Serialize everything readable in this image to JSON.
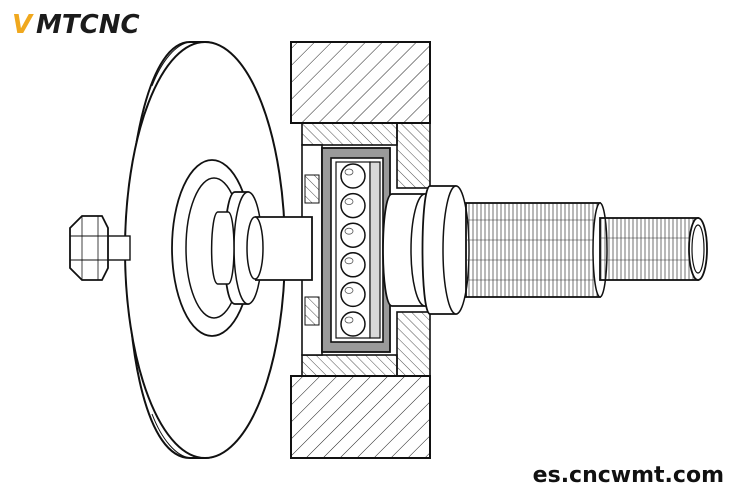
{
  "brand": {
    "logo_mark": "V",
    "logo_rest": "MTCNC",
    "logo_accent": "#f0a81e",
    "logo_color": "#1b1b1b"
  },
  "watermark": {
    "url": "es.cncwmt.com"
  },
  "diagram": {
    "components": [
      "grinding-wheel",
      "hex-nut",
      "wheel-flange",
      "spindle-shaft",
      "bearing-housing",
      "ball-bearing",
      "threaded-shaft-end"
    ],
    "ball_count_visible": 6
  }
}
